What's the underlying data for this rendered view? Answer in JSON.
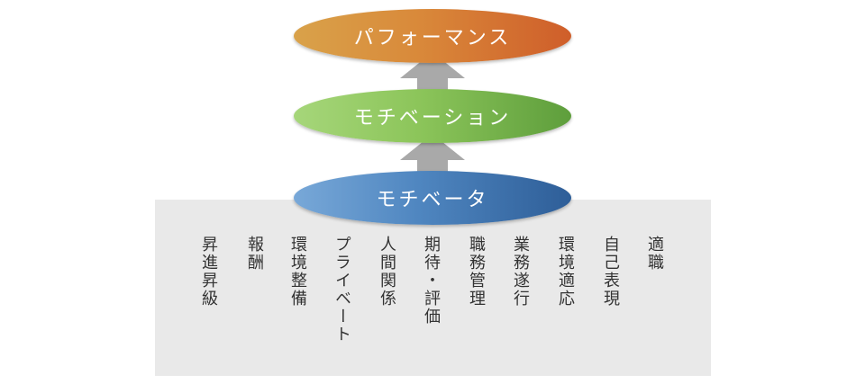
{
  "levels": {
    "top": "パフォーマンス",
    "middle": "モチベーション",
    "bottom": "モチベータ"
  },
  "factors": [
    "昇進昇級",
    "報酬",
    "環境整備",
    "プライベート",
    "人間関係",
    "期待・評価",
    "職務管理",
    "業務遂行",
    "環境適応",
    "自己表現",
    "適職"
  ],
  "colors": {
    "top": "#d9893a",
    "middle": "#8cc55a",
    "bottom": "#4f86c0",
    "arrow": "#aaaaaa",
    "panel": "#e9e9e9"
  }
}
